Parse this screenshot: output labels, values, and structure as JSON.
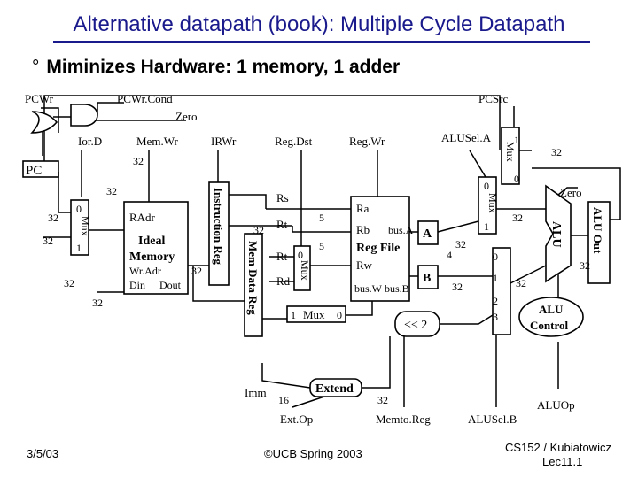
{
  "slide": {
    "title": "Alternative datapath (book): Multiple Cycle Datapath",
    "bullet_mark": "°",
    "bullet": "Miminizes Hardware: 1 memory, 1 adder"
  },
  "footer": {
    "date": "3/5/03",
    "copyright": "©UCB Spring 2003",
    "course": "CS152 / Kubiatowicz",
    "lecture": "Lec11.1"
  },
  "control": {
    "pcwr": "PCWr",
    "pcwrcond": "PCWr.Cond",
    "zero": "Zero",
    "pcsrc": "PCSrc",
    "iord": "Ior.D",
    "memwr": "Mem.Wr",
    "irwr": "IRWr",
    "regdst": "Reg.Dst",
    "regwr": "Reg.Wr",
    "alusela": "ALUSel.A",
    "extop": "Ext.Op",
    "memtoreg": "Memto.Reg",
    "aluselb": "ALUSel.B",
    "aluop": "ALUOp"
  },
  "blocks": {
    "pc": "PC",
    "mux": "Mux",
    "mem_title_1": "Ideal",
    "mem_title_2": "Memory",
    "mem_radr": "RAdr",
    "mem_wradr": "Wr.Adr",
    "mem_din": "Din",
    "mem_dout": "Dout",
    "ir": "Instruction Reg",
    "mdr": "Mem Data Reg",
    "rs": "Rs",
    "rt": "Rt",
    "rd": "Rd",
    "ra": "Ra",
    "rb": "Rb",
    "rw": "Rw",
    "busa": "bus.A",
    "busw": "bus.W",
    "busb": "bus.B",
    "regfile": "Reg File",
    "reg_a": "A",
    "reg_b": "B",
    "shift": "<< 2",
    "extend": "Extend",
    "imm": "Imm",
    "alu": "ALU",
    "aluout": "ALU Out",
    "aluctrl_1": "ALU",
    "aluctrl_2": "Control",
    "zero_out": "Zero"
  },
  "widths": {
    "w32": "32",
    "w16": "16",
    "w5": "5",
    "w4": "4"
  },
  "mux_inputs": {
    "zero": "0",
    "one": "1",
    "two": "2",
    "three": "3"
  }
}
